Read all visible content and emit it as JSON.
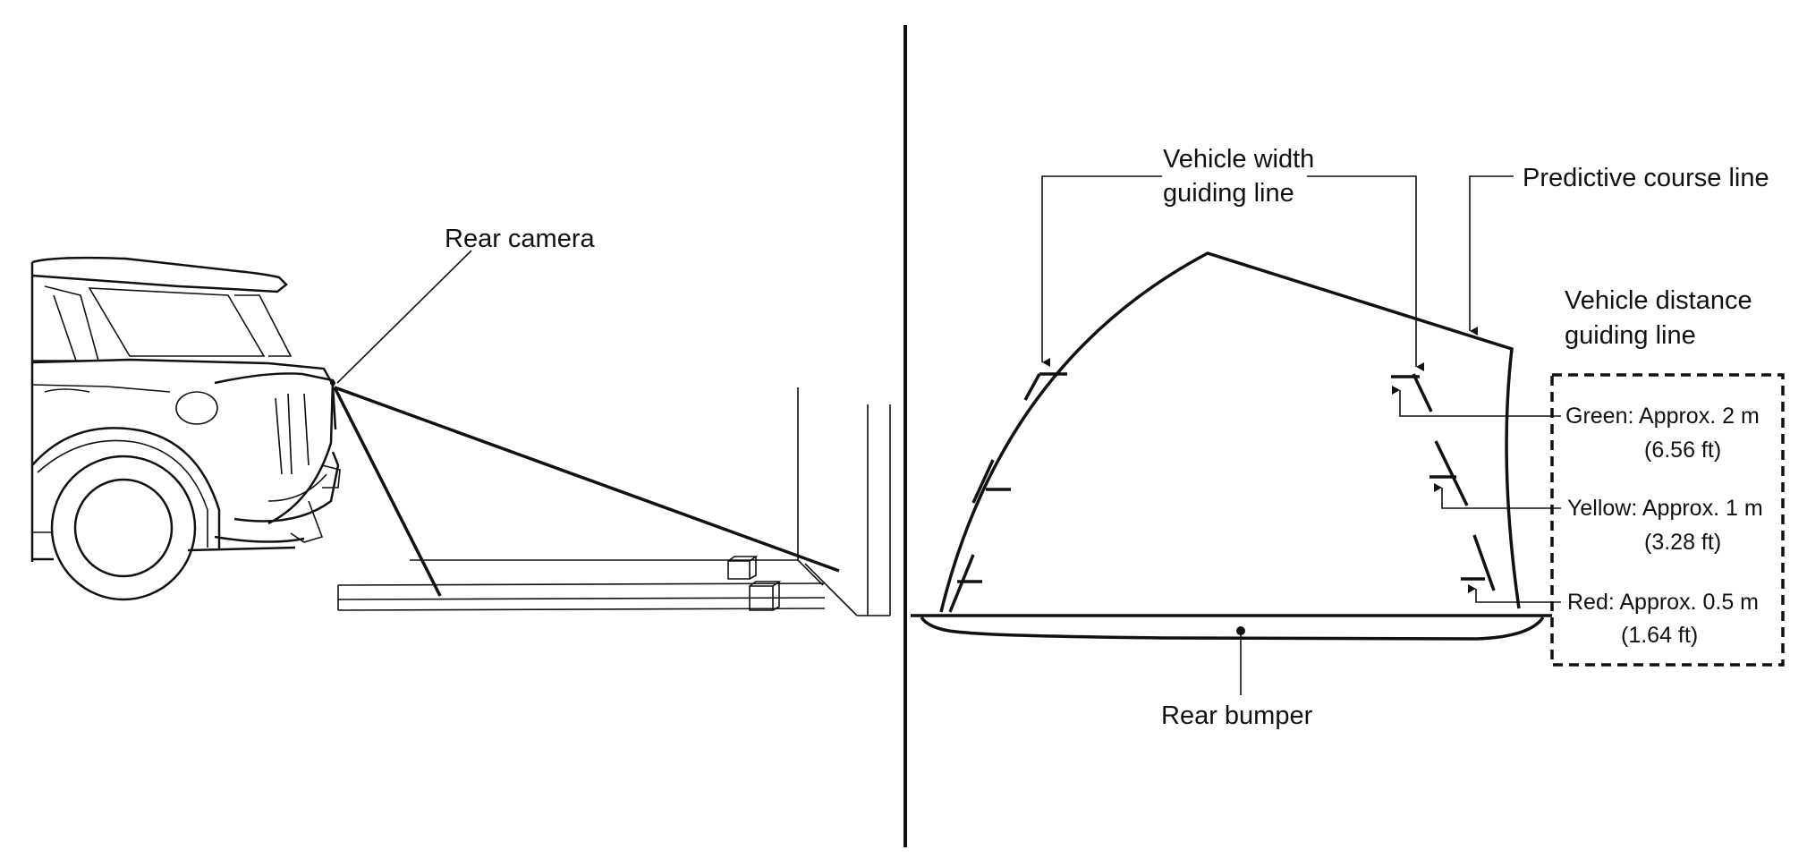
{
  "left_panel": {
    "rear_camera_label": "Rear camera"
  },
  "right_panel": {
    "vehicle_width_label_line1": "Vehicle width",
    "vehicle_width_label_line2": "guiding line",
    "predictive_course_label": "Predictive course line",
    "vehicle_distance_label_line1": "Vehicle distance",
    "vehicle_distance_label_line2": "guiding line",
    "distances": [
      {
        "label": "Green: Approx. 2 m",
        "sub": "(6.56 ft)"
      },
      {
        "label": "Yellow: Approx. 1 m",
        "sub": "(3.28 ft)"
      },
      {
        "label": "Red: Approx. 0.5 m",
        "sub": "(1.64 ft)"
      }
    ],
    "rear_bumper_label": "Rear bumper"
  }
}
